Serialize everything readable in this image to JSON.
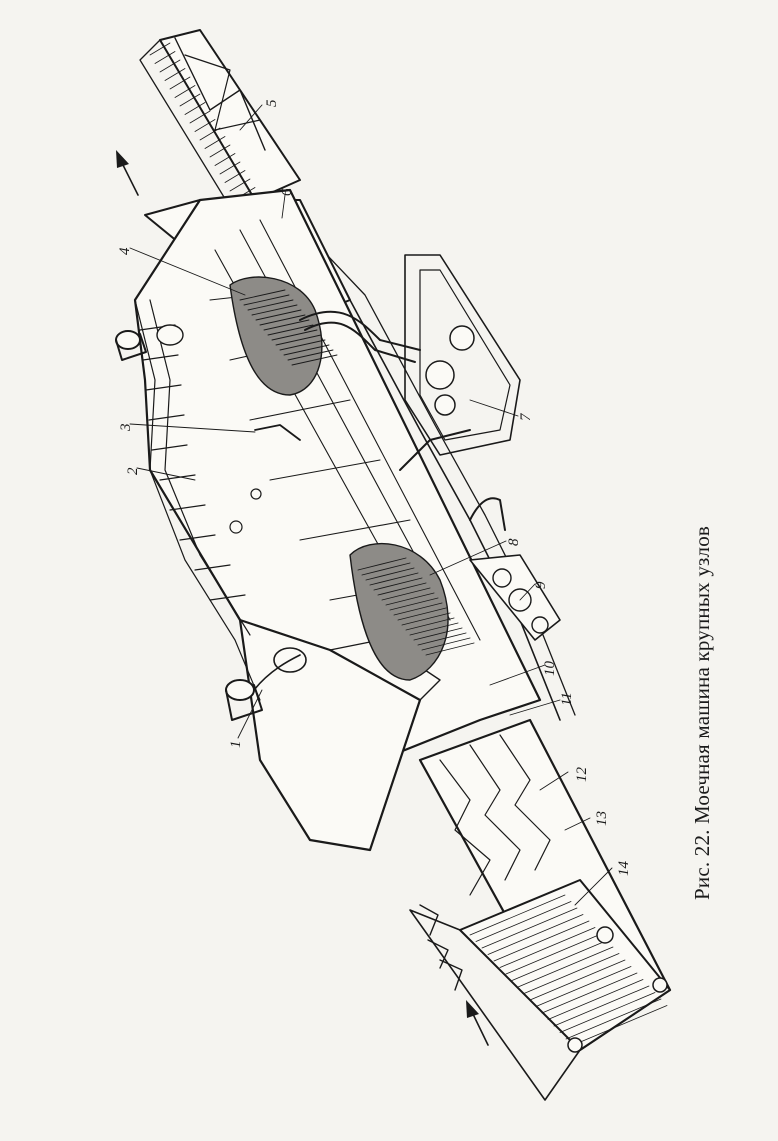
{
  "figure": {
    "caption": "Рис. 22. Моечная машина крупных узлов",
    "callouts": [
      "1",
      "2",
      "3",
      "4",
      "5",
      "6",
      "7",
      "8",
      "9",
      "10",
      "11",
      "12",
      "13",
      "14"
    ]
  }
}
